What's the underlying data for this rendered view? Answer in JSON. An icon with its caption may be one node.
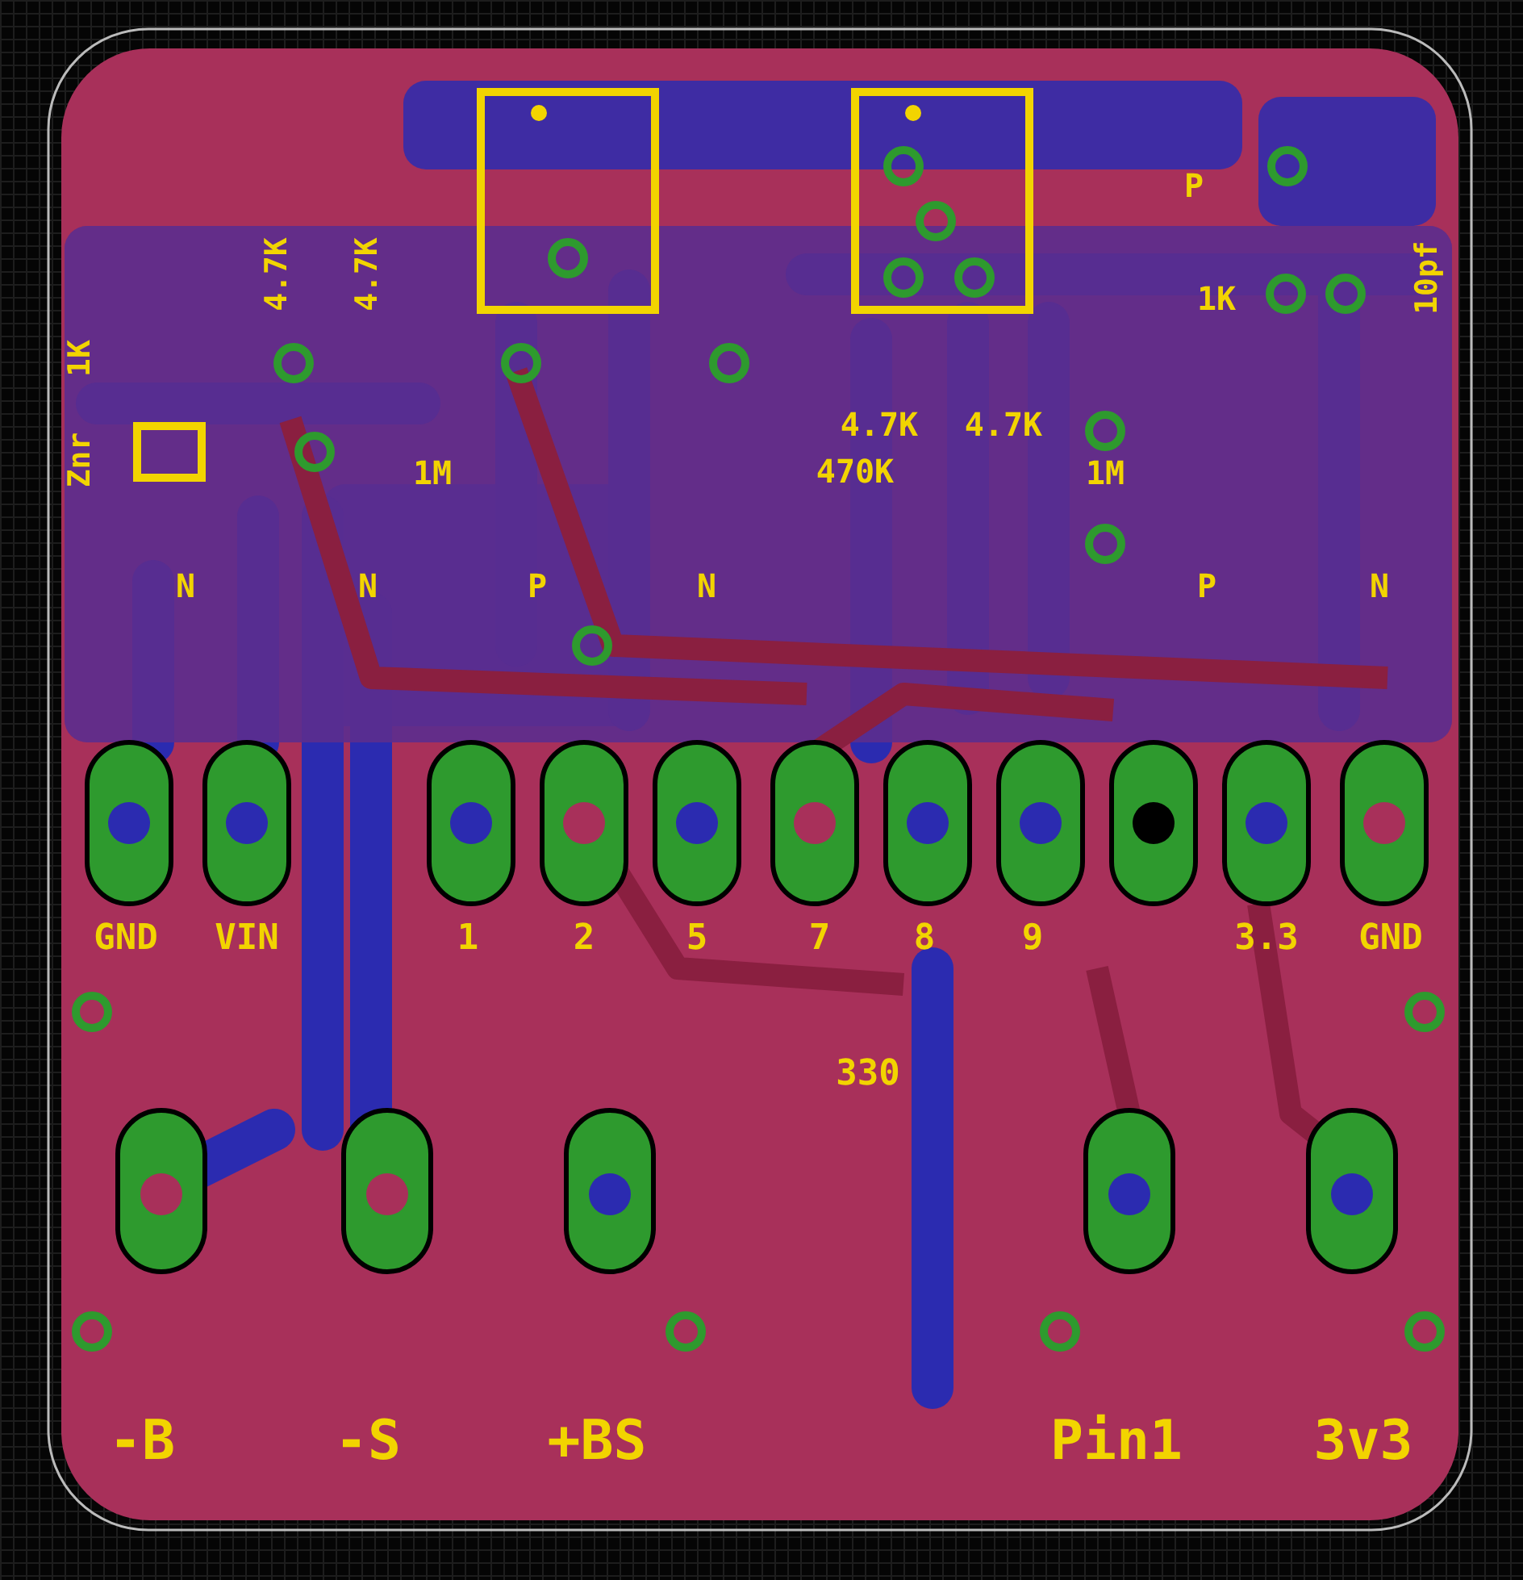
{
  "diagram": {
    "labels": [
      "P",
      "4.7K",
      "4.7K",
      "1K",
      "10pf",
      "1K",
      "4.7K",
      "4.7K",
      "Znr",
      "1M",
      "470K",
      "1M",
      "N",
      "N",
      "P",
      "N",
      "P",
      "N",
      "GND",
      "VIN",
      "1",
      "2",
      "5",
      "7",
      "8",
      "9",
      "3.3",
      "GND",
      "330",
      "-B",
      "-S",
      "+BS",
      "Pin1",
      "3v3"
    ]
  }
}
